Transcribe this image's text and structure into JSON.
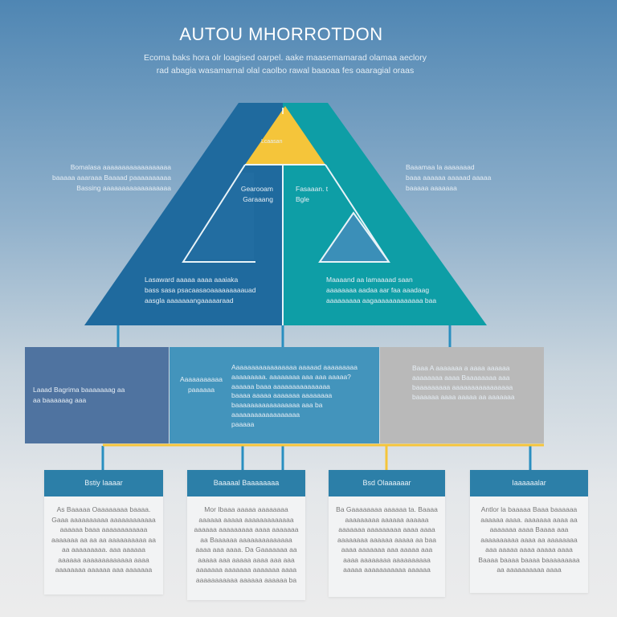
{
  "title": "AUTOU MHORROTDON",
  "subtitle": [
    "Ecoma baks hora olr loagised oarpel. aake maasemamarad olamaa aeclory",
    "rad abagia wasamarnal olal caolbo rawal baaoaa fes oaaragial oraas"
  ],
  "pyramid": {
    "apex_label": "Lcaasan",
    "left_label": [
      "Gearooam",
      "Garaaang"
    ],
    "right_label": [
      "Fasaaan. t",
      "Bgle"
    ],
    "left_bottom": [
      "Lasaward aaaaa aaaa aaaiaka",
      "bass sasa psacaasaoaaaaaaaaauad",
      "aasgla aaaaaaangaaaaaraad"
    ],
    "right_bottom": [
      "Maaaand aa lamaaaad saan",
      "aaaaaaaa aadaa aar faa aaadaag",
      "aaaaaaaaa aagaaaaaaaaaaaaa baa"
    ],
    "colors": {
      "left": "#1f6a9e",
      "right": "#0e9ea6",
      "apex": "#f5c53a"
    }
  },
  "side_notes": {
    "left": [
      "Bomalasa aaaaaaaaaaaaaaaaaa",
      "baaaaa aaaraaa Baaaad paaaaaaaaaa",
      "Bassing aaaaaaaaaaaaaaaaaa"
    ],
    "right": [
      "Baaamaa la aaaaaaad",
      "baaa aaaaaa aaaaad aaaaa",
      "baaaaa aaaaaaa"
    ]
  },
  "boxes": [
    {
      "lines": [
        "Laaad Bagrima baaaaaaag aa",
        "aa baaaaaag aaa"
      ]
    },
    {
      "heading": [
        "Aaaaaaaaaaa",
        "paaaaaa"
      ],
      "lines": [
        "Aaaaaaaaaaaaaaaaa aaaaad aaaaaaaaa",
        "aaaaaaaaa. aaaaaaaa aaa aaa aaaaa?",
        "aaaaaa baaa aaaaaaaaaaaaaaa",
        "baaaa aaaaa aaaaaaa aaaaaaaa",
        "baaaaaaaaaaaaaaaaa aaa ba",
        "aaaaaaaaaaaaaaaaaa",
        "paaaaa"
      ]
    },
    {
      "lines": [
        "Baaa A aaaaaaa a aaaa aaaaaa",
        "aaaaaaaa aaaa Baaaaaaaa aaa",
        "baaaaaaaaa aaaaaaaaaaaaaaaa",
        "baaaaaa aaaa aaaaa aa aaaaaaa"
      ]
    }
  ],
  "cards": [
    {
      "title": "Bstiy Iaaaar",
      "body": "As Baaaaa Oaaaaaaaa baaaa. Gaaa aaaaaaaaaa aaaaaaaaaaaa aaaaaa baaa aaaaaaaaaaaa aaaaaaa aa aa aa aaaaaaaaaa aa aa aaaaaaaaa. aaa aaaaaa aaaaaa aaaaaaaaaaaaa aaaa aaaaaaaa aaaaaa aaa aaaaaaa"
    },
    {
      "title": "Baaaaal Baaaaaaaa",
      "body": "Mor Ibaaa aaaaa aaaaaaaa aaaaaa aaaaa aaaaaaaaaaaaa aaaaaa aaaaaaaaa aaaa aaaaaaa aa Baaaaaa aaaaaaaaaaaaaa aaaa aaa aaaa. Da Gaaaaaaa aa aaaaa aaa aaaaa aaaa aaa aaa aaaaaaa aaaaaaa aaaaaaa aaaa aaaaaaaaaaa aaaaaa aaaaaa ba"
    },
    {
      "title": "Bsd Olaaaaaar",
      "body": "Ba Gaaaaaaaa aaaaaa ta. Baaaa aaaaaaaaa aaaaaa aaaaaa aaaaaaa aaaaaaaaa aaaa aaaa aaaaaaaa aaaaaa aaaaa aa baa aaaa aaaaaaa aaa aaaaa aaa aaaa aaaaaaaa aaaaaaaaaa aaaaa aaaaaaaaaaa aaaaaa"
    },
    {
      "title": "Iaaaaaalar",
      "body": "Antlor la baaaaa Baaa baaaaaa aaaaaa aaaa. aaaaaaa aaaa aa aaaaaaa aaaa Baaaa aaa aaaaaaaaaa aaaa aa aaaaaaaa aaa aaaaa aaaa aaaaa aaaa Baaaa baaaa baaaa baaaaaaaaa aa aaaaaaaaaa aaaa"
    }
  ]
}
